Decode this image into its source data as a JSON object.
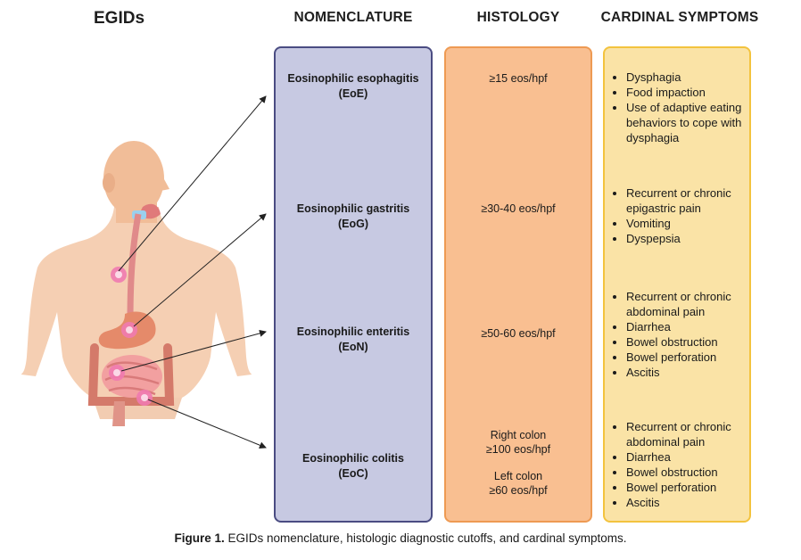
{
  "headers": {
    "egids": "EGIDs",
    "nomenclature": "NOMENCLATURE",
    "histology": "HISTOLOGY",
    "symptoms": "CARDINAL SYMPTOMS"
  },
  "rows": [
    {
      "name": "Eosinophilic esophagitis",
      "abbr": "(EoE)",
      "histology": [
        "≥15 eos/hpf"
      ],
      "symptoms": [
        "Dysphagia",
        "Food impaction",
        "Use of adaptive eating behaviors to cope with dysphagia"
      ]
    },
    {
      "name": "Eosinophilic gastritis",
      "abbr": "(EoG)",
      "histology": [
        "≥30-40 eos/hpf"
      ],
      "symptoms": [
        "Recurrent or chronic epigastric pain",
        "Vomiting",
        "Dyspepsia"
      ]
    },
    {
      "name": "Eosinophilic enteritis",
      "abbr": "(EoN)",
      "histology": [
        "≥50-60 eos/hpf"
      ],
      "symptoms": [
        "Recurrent or chronic abdominal pain",
        "Diarrhea",
        "Bowel obstruction",
        "Bowel perforation",
        "Ascitis"
      ]
    },
    {
      "name": "Eosinophilic colitis",
      "abbr": "(EoC)",
      "histology": [
        "Right colon",
        "≥100 eos/hpf",
        "",
        "Left colon",
        "≥60 eos/hpf"
      ],
      "symptoms": [
        "Recurrent or chronic abdominal pain",
        "Diarrhea",
        "Bowel obstruction",
        "Bowel perforation",
        "Ascitis"
      ]
    }
  ],
  "caption": {
    "label": "Figure 1.",
    "text": " EGIDs nomenclature, histologic diagnostic cutoffs, and cardinal symptoms."
  },
  "colors": {
    "nomenclature_fill": "#c7c9e2",
    "nomenclature_border": "#4a4c82",
    "histology_fill": "#f9bf91",
    "histology_border": "#ee9a53",
    "symptoms_fill": "#fae3a6",
    "symptoms_border": "#f3c33e",
    "skin": "#f3c7a6",
    "inflammation": "#f07ab0"
  }
}
